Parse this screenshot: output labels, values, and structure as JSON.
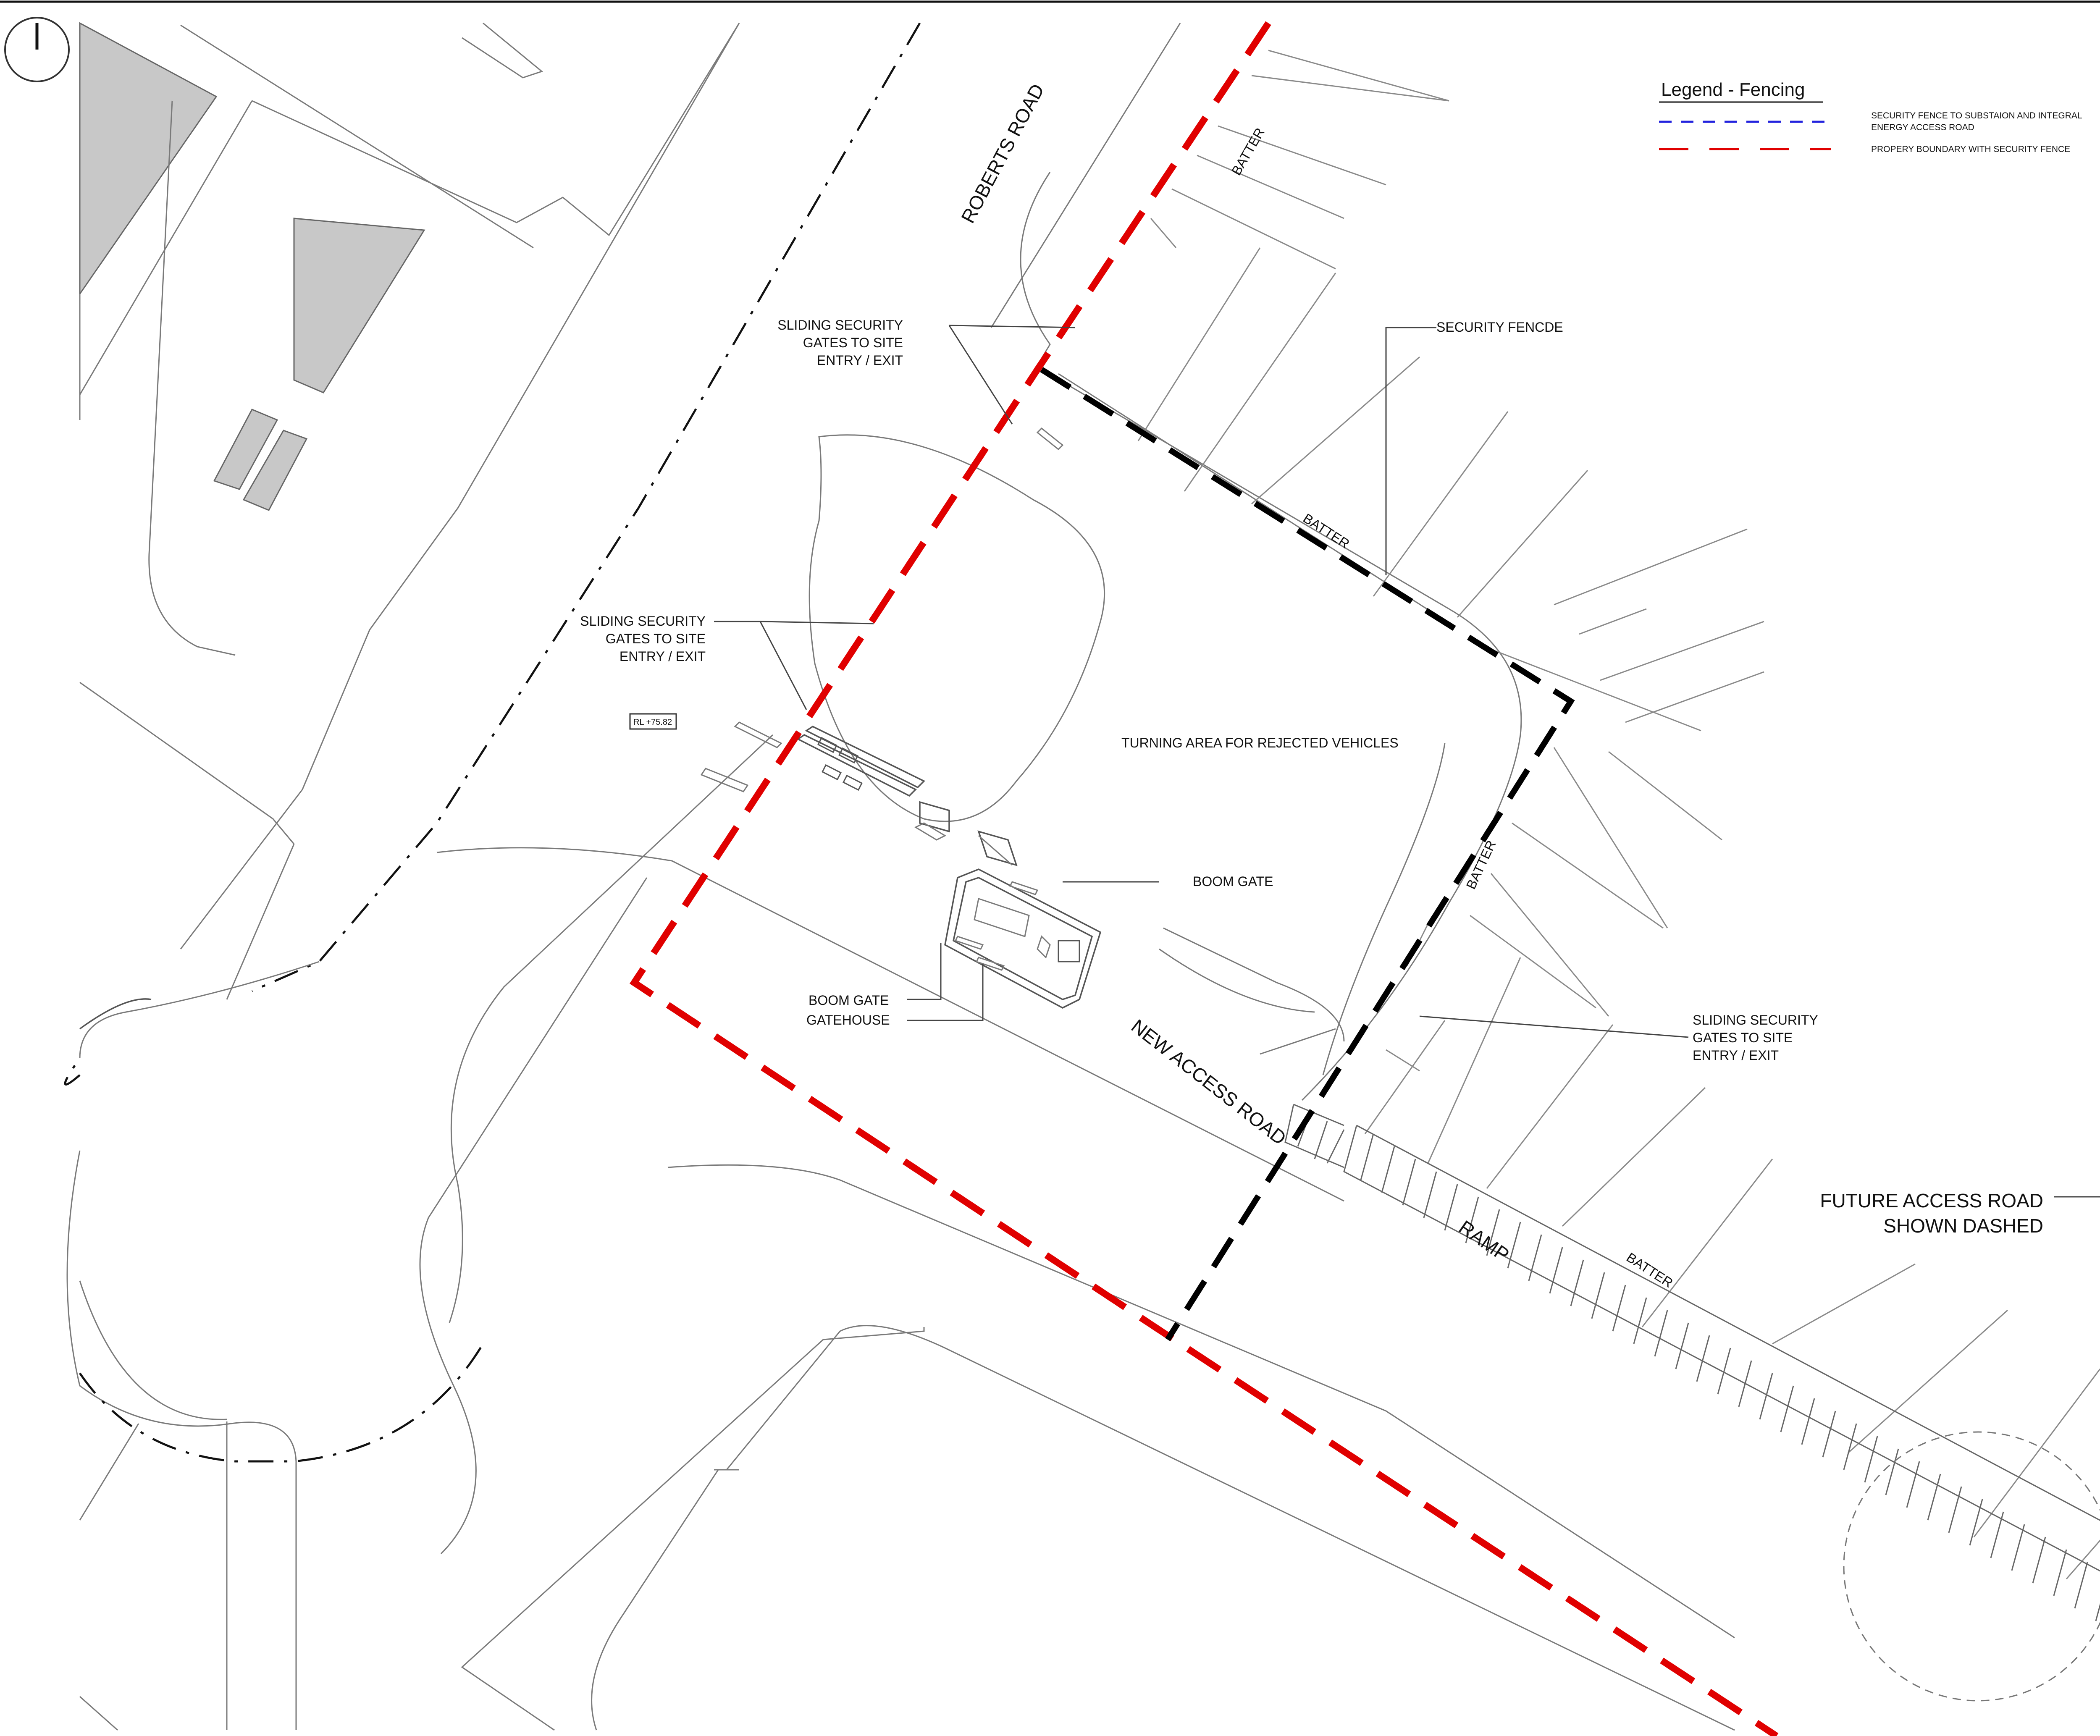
{
  "legend": {
    "title": "Legend - Fencing",
    "items": [
      {
        "label_line1": "SECURITY FENCE TO SUBSTAION AND INTEGRAL",
        "label_line2": "ENERGY ACCESS ROAD",
        "color": "#2222dd"
      },
      {
        "label_line1": "PROPERY BOUNDARY WITH SECURITY FENCE",
        "label_line2": "",
        "color": "#e00000"
      }
    ]
  },
  "labels": {
    "roberts_road": "ROBERTS ROAD",
    "batter": "BATTER",
    "gates_top": [
      "SLIDING SECURITY",
      "GATES TO SITE",
      "ENTRY / EXIT"
    ],
    "gates_left": [
      "SLIDING SECURITY",
      "GATES TO SITE",
      "ENTRY / EXIT"
    ],
    "gates_right": [
      "SLIDING SECURITY",
      "GATES TO SITE",
      "ENTRY / EXIT"
    ],
    "security_fence": "SECURITY FENCDE",
    "turning_area": "TURNING AREA FOR REJECTED VEHICLES",
    "boom_gate": "BOOM GATE",
    "boom_gate_left": "BOOM GATE",
    "gatehouse": "GATEHOUSE",
    "new_access_road": "NEW ACCESS ROAD",
    "ramp": "RAMP",
    "rl_tag": "RL +75.82",
    "future_road": [
      "FUTURE ACCESS ROAD",
      "SHOWN DASHED"
    ]
  },
  "colors": {
    "property_boundary": "#e00000",
    "security_fence": "#000000",
    "substation_fence_legend": "#2222dd",
    "building_fill": "#c8c8c8"
  }
}
